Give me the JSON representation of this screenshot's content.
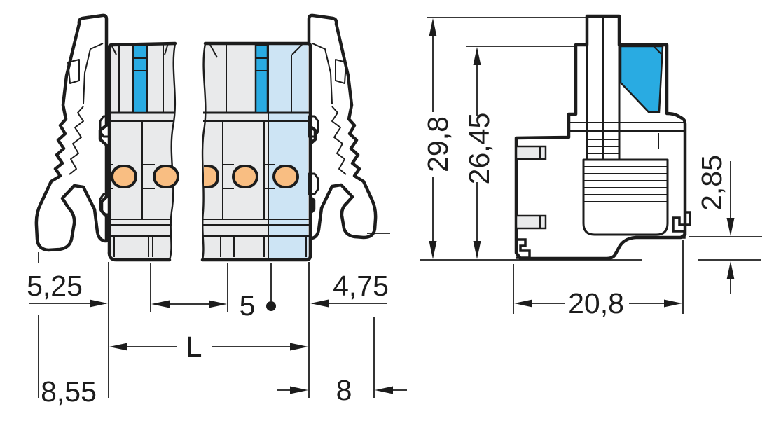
{
  "drawing_type": "terminal-block-connector-dimension-drawing",
  "views": {
    "front": {
      "name": "front-view",
      "dimensions": {
        "lever_overhang_upper_left": "5,25",
        "lever_overhang_lower_left": "8,55",
        "housing_length": "L",
        "pole_pitch": "5",
        "lever_overhang_upper_right": "4,75",
        "lever_overhang_lower_right": "8"
      }
    },
    "side": {
      "name": "side-view",
      "dimensions": {
        "overall_height": "29,8",
        "height_above_base": "26,45",
        "rail_foot_height": "2,85",
        "overall_depth": "20,8"
      }
    }
  },
  "colors": {
    "outline": "#1C1C1C",
    "housing_gray": "#E9EAEB",
    "pushbutton_cyan": "#29ABE2",
    "end_pole_light_blue": "#CDE4F4",
    "terminal_orange": "#F9BE82",
    "background": "#FFFFFF"
  }
}
